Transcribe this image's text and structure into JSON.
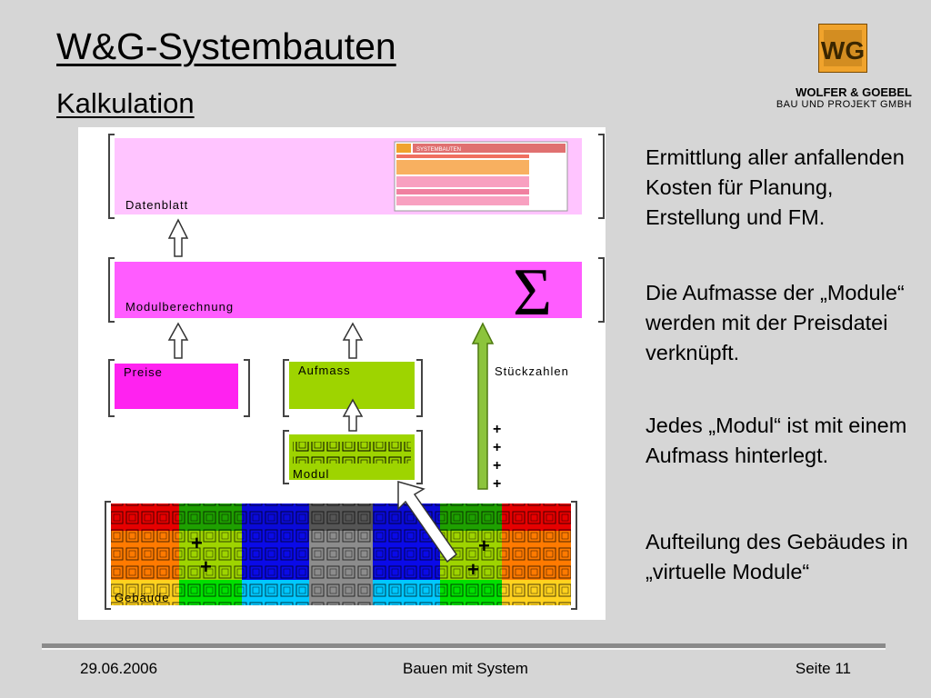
{
  "header": {
    "title": "W&G-Systembauten",
    "subtitle": "Kalkulation"
  },
  "logo": {
    "mark": "WG",
    "line1": "WOLFER & GOEBEL",
    "line2": "BAU UND PROJEKT GMBH",
    "color": "#f0a32c"
  },
  "diagram": {
    "datenblatt_label": "Datenblatt",
    "modulberechnung_label": "Modulberechnung",
    "sigma": "Σ",
    "preise_label": "Preise",
    "aufmass_label": "Aufmass",
    "stueckzahlen_label": "Stückzahlen",
    "modul_label": "Modul",
    "gebaeude_label": "Gebäude",
    "datasheet_header": "SYSTEMBAUTEN",
    "colors": {
      "pink_light": "#ffc4ff",
      "magenta": "#ff5cff",
      "magenta_strong": "#ff22f0",
      "lime": "#9ed400",
      "arrow_green": "#8cc43c",
      "red": "#e60000",
      "orange": "#ff7a00",
      "green": "#1ea000",
      "blue": "#0a0ad8",
      "gray": "#8c8c8c",
      "cyan": "#00c8ff",
      "yellow": "#ffd21e"
    }
  },
  "text": {
    "para1": "Ermittlung aller anfallenden Kosten für Planung, Erstellung und FM.",
    "para2": "Die Aufmasse der „Module“ werden mit der Preisdatei verknüpft.",
    "para3": "Jedes „Modul“ ist mit einem Aufmass hinterlegt.",
    "para4": "Aufteilung des Gebäudes in „virtuelle Module“"
  },
  "footer": {
    "date": "29.06.2006",
    "center": "Bauen mit System",
    "page": "Seite 11"
  }
}
